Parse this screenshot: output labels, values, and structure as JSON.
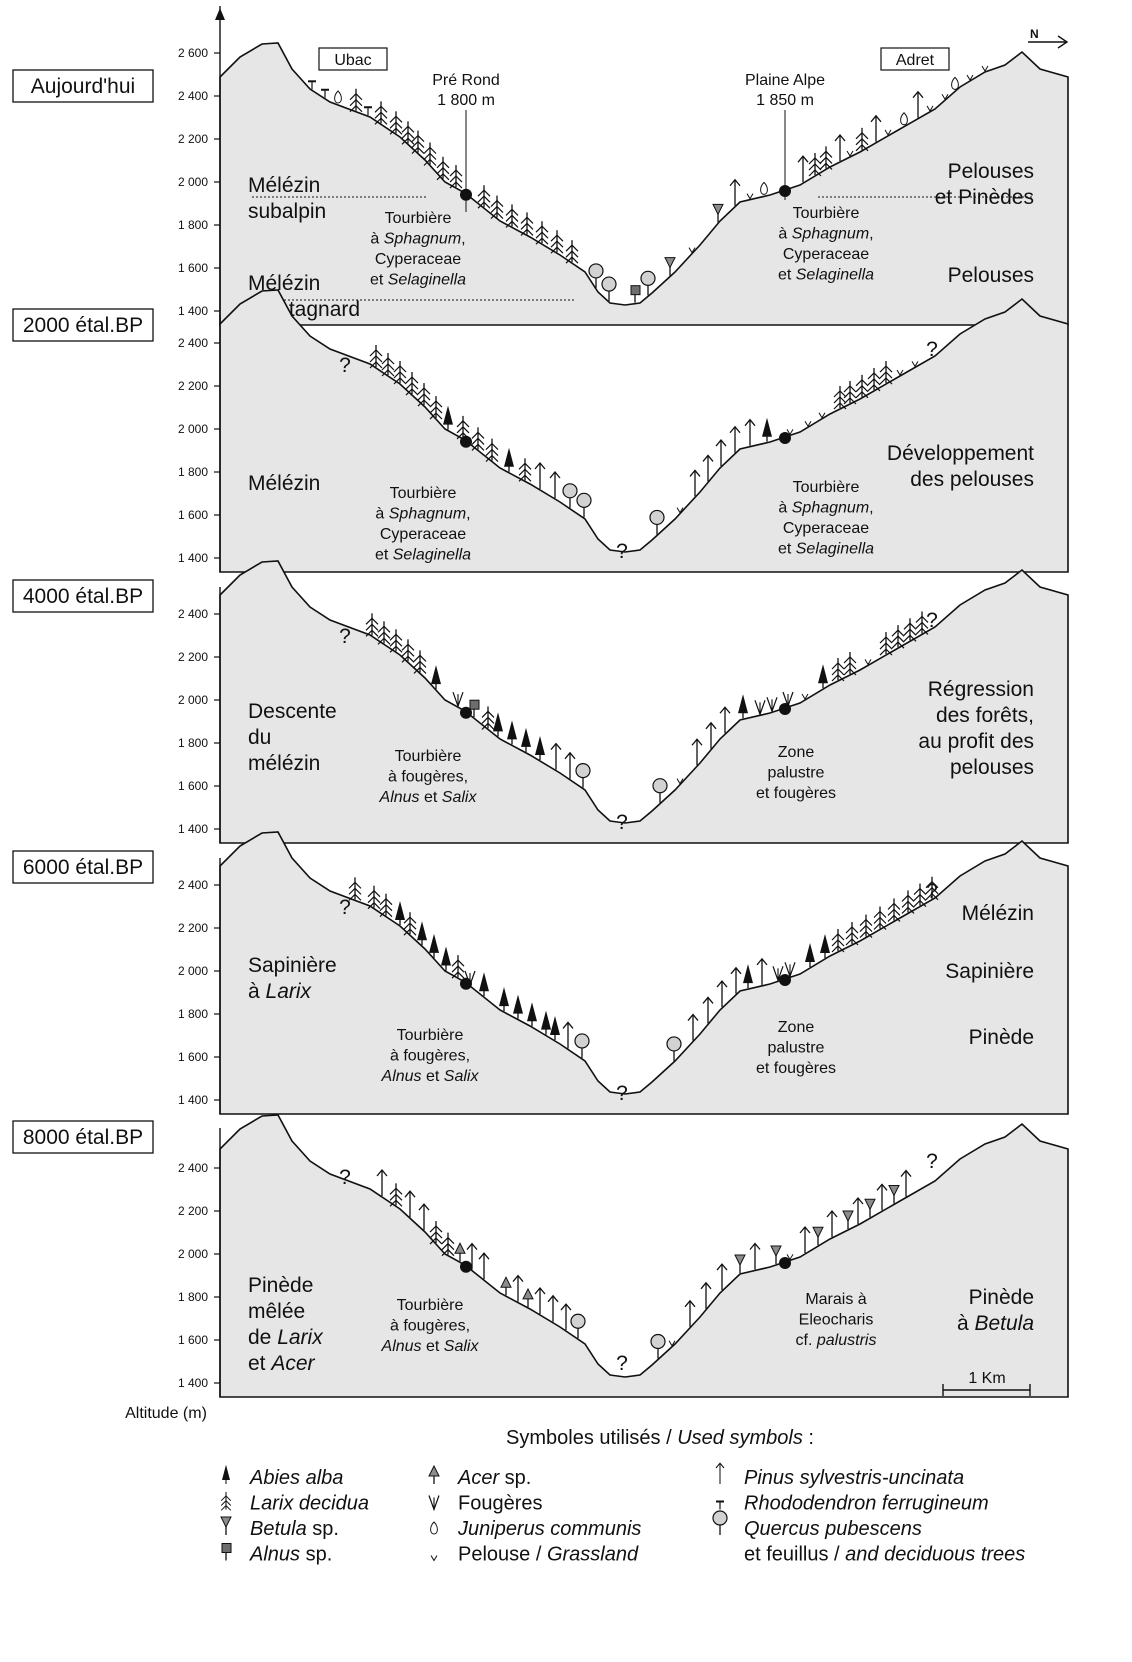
{
  "axis": {
    "ylabel": "Altitude (m)",
    "north_label": "N",
    "scale_bar_label": "1 Km"
  },
  "today_labels": {
    "ubac": "Ubac",
    "adret": "Adret",
    "pre_rond": [
      "Pré Rond",
      "1 800 m"
    ],
    "plaine_alpe": [
      "Plaine Alpe",
      "1 850 m"
    ]
  },
  "panels": [
    {
      "period": "Aujourd'hui",
      "ticks": [
        "2 600",
        "2 400",
        "2 200",
        "2 000",
        "1 800",
        "1 600",
        "1 400"
      ],
      "left_zones": [
        [
          "Mélézin",
          "subalpin"
        ],
        [
          "Mélézin",
          "montagnard"
        ]
      ],
      "right_zones": [
        [
          "Pelouses",
          "et Pinèdes"
        ],
        [
          "Pelouses"
        ]
      ],
      "left_site": [
        [
          "Tourbière"
        ],
        [
          "à ",
          "Sphagnum",
          ","
        ],
        [
          "Cyperaceae"
        ],
        [
          "et ",
          "Selaginella"
        ]
      ],
      "right_site": [
        [
          "Tourbière"
        ],
        [
          "à ",
          "Sphagnum",
          ","
        ],
        [
          "Cyperaceae"
        ],
        [
          "et ",
          "Selaginella"
        ]
      ]
    },
    {
      "period": "2000 étal.BP",
      "ticks": [
        "2 400",
        "2 200",
        "2 000",
        "1 800",
        "1 600",
        "1 400"
      ],
      "left_zones": [
        [
          "Mélézin"
        ]
      ],
      "right_zones": [
        [
          "Développement",
          "des pelouses"
        ]
      ],
      "left_site": [
        [
          "Tourbière"
        ],
        [
          "à ",
          "Sphagnum",
          ","
        ],
        [
          "Cyperaceae"
        ],
        [
          "et ",
          "Selaginella"
        ]
      ],
      "right_site": [
        [
          "Tourbière"
        ],
        [
          "à ",
          "Sphagnum",
          ","
        ],
        [
          "Cyperaceae"
        ],
        [
          "et ",
          "Selaginella"
        ]
      ]
    },
    {
      "period": "4000 étal.BP",
      "ticks": [
        "2 400",
        "2 200",
        "2 000",
        "1 800",
        "1 600",
        "1 400"
      ],
      "left_zones": [
        [
          "Descente",
          "du",
          "mélézin"
        ]
      ],
      "right_zones": [
        [
          "Régression",
          "des forêts,",
          "au profit des",
          "pelouses"
        ]
      ],
      "left_site": [
        [
          "Tourbière"
        ],
        [
          "à fougères,"
        ],
        [
          "",
          "Alnus",
          " et ",
          "Salix"
        ]
      ],
      "right_site": [
        [
          "Zone"
        ],
        [
          "palustre"
        ],
        [
          "et fougères"
        ]
      ]
    },
    {
      "period": "6000 étal.BP",
      "ticks": [
        "2 400",
        "2 200",
        "2 000",
        "1 800",
        "1 600",
        "1 400"
      ],
      "left_zones": [
        [
          "Sapinière",
          "à ",
          "Larix"
        ]
      ],
      "right_zones": [
        [
          "Mélézin"
        ],
        [
          "Sapinière"
        ],
        [
          "Pinède"
        ]
      ],
      "left_site": [
        [
          "Tourbière"
        ],
        [
          "à fougères,"
        ],
        [
          "",
          "Alnus",
          " et ",
          "Salix"
        ]
      ],
      "right_site": [
        [
          "Zone"
        ],
        [
          "palustre"
        ],
        [
          "et fougères"
        ]
      ]
    },
    {
      "period": "8000 étal.BP",
      "ticks": [
        "2 400",
        "2 200",
        "2 000",
        "1 800",
        "1 600",
        "1 400"
      ],
      "left_zones": [
        [
          "Pinède",
          "mêlée",
          "de ",
          "Larix",
          "et ",
          "Acer"
        ]
      ],
      "right_zones": [
        [
          "Pinède",
          "à ",
          "Betula"
        ]
      ],
      "left_site": [
        [
          "Tourbière"
        ],
        [
          "à fougères,"
        ],
        [
          "",
          "Alnus",
          " et ",
          "Salix"
        ]
      ],
      "right_site": [
        [
          "Marais à"
        ],
        [
          "Eleocharis"
        ],
        [
          "cf. ",
          "palustris"
        ]
      ]
    }
  ],
  "legend": {
    "title_prefix": "Symboles utilisés / ",
    "title_italic": "Used symbols",
    "title_suffix": " :",
    "items": [
      {
        "icon": "abies-icon",
        "parts": [
          [
            "Abies alba",
            true
          ]
        ]
      },
      {
        "icon": "larix-icon",
        "parts": [
          [
            "Larix decidua",
            true
          ]
        ]
      },
      {
        "icon": "betula-icon",
        "parts": [
          [
            "Betula",
            true
          ],
          [
            " sp.",
            false
          ]
        ]
      },
      {
        "icon": "alnus-icon",
        "parts": [
          [
            "Alnus",
            true
          ],
          [
            " sp.",
            false
          ]
        ]
      },
      {
        "icon": "acer-icon",
        "parts": [
          [
            "Acer",
            true
          ],
          [
            " sp.",
            false
          ]
        ]
      },
      {
        "icon": "fern-icon",
        "parts": [
          [
            "Fougères",
            false
          ]
        ]
      },
      {
        "icon": "juniperus-icon",
        "parts": [
          [
            "Juniperus communis",
            true
          ]
        ]
      },
      {
        "icon": "grassland-icon",
        "parts": [
          [
            "Pelouse / ",
            false
          ],
          [
            "Grassland",
            true
          ]
        ]
      },
      {
        "icon": "pinus-icon",
        "parts": [
          [
            "Pinus sylvestris-uncinata",
            true
          ]
        ]
      },
      {
        "icon": "rhododendron-icon",
        "parts": [
          [
            "Rhododendron ferrugineum",
            true
          ]
        ]
      },
      {
        "icon": "quercus-icon",
        "parts": [
          [
            "Quercus pubescens",
            true
          ]
        ]
      },
      {
        "icon": "none",
        "parts": [
          [
            "et feuillus / ",
            false
          ],
          [
            "and deciduous trees",
            true
          ]
        ]
      }
    ]
  },
  "colors": {
    "terrain_fill": "#e6e6e6",
    "ink": "#111111",
    "alnus_fill": "#6e6e6e",
    "betula_fill": "#8c8c8c",
    "quercus_fill": "#d2d2d2"
  }
}
